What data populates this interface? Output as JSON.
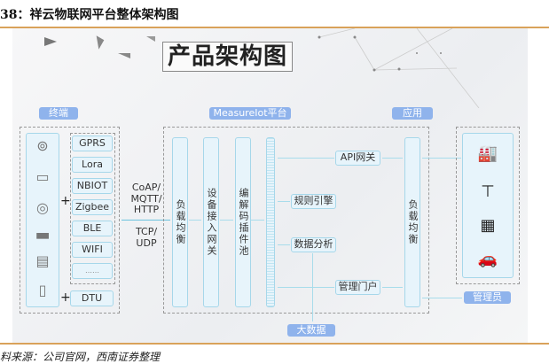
{
  "figure_title": "38：祥云物联网平台整体架构图",
  "diagram_title": "产品架构图",
  "sections": {
    "terminal": "终端",
    "platform": "MeasureIot平台",
    "application": "应用"
  },
  "terminal": {
    "devices": [
      "gas-detector-icon",
      "smart-meter-icon",
      "smoke-detector-icon",
      "keypad-icon",
      "control-panel-icon",
      "sensor-icon"
    ],
    "protocols": [
      "GPRS",
      "Lora",
      "NBIOT",
      "Zigbee",
      "BLE",
      "WIFI",
      "……"
    ],
    "plus": "+",
    "dtu": "DTU"
  },
  "transport": {
    "line1": "CoAP/",
    "line2": "MQTT/",
    "line3": "HTTP",
    "line4": "TCP/",
    "line5": "UDP"
  },
  "platform": {
    "load_balancer_left": "负载均衡",
    "device_gateway": "设备接入网关",
    "codec_pool": "编解码插件池",
    "api_gateway": "API网关",
    "rule_engine": "规则引擎",
    "data_analysis": "数据分析",
    "admin_portal": "管理门户",
    "load_balancer_right": "负载均衡"
  },
  "big_data": "大数据",
  "applications": [
    "factory-icon",
    "crane-icon",
    "building-icon",
    "car-icon"
  ],
  "admin": "管理员",
  "source": "料来源：公司官网，西南证券整理",
  "colors": {
    "badge": "#8fb3ec",
    "box_fill": "#e7f4fb",
    "box_border": "#a6d7ea",
    "rule": "#d9a25a"
  }
}
